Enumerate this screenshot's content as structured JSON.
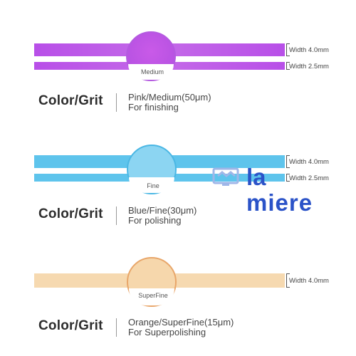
{
  "sections": [
    {
      "disc_label": "Medium",
      "widths": [
        "Width 4.0mm",
        "Width 2.5mm"
      ],
      "color_grit_label": "Color/Grit",
      "grade": "Pink/Medium(50μm)",
      "use": "For finishing",
      "color": "#b84fe8"
    },
    {
      "disc_label": "Fine",
      "widths": [
        "Width 4.0mm",
        "Width 2.5mm"
      ],
      "color_grit_label": "Color/Grit",
      "grade": "Blue/Fine(30μm)",
      "use": "For polishing",
      "color": "#5ec4ec"
    },
    {
      "disc_label": "SuperFine",
      "widths": [
        "Width 4.0mm"
      ],
      "color_grit_label": "Color/Grit",
      "grade": "Orange/SuperFine(15μm)",
      "use": "For Superpolishing",
      "color": "#f6d9b0"
    }
  ],
  "watermark": {
    "line1": "la",
    "line2": "miere",
    "color": "#2b53c8",
    "icon": "monitor-logo-icon"
  }
}
